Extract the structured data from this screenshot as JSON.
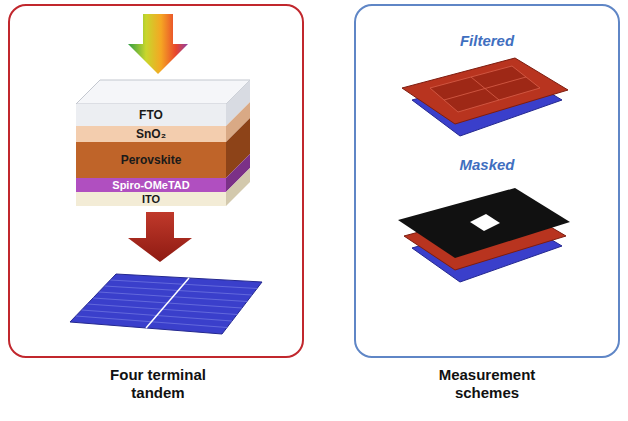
{
  "diagram": {
    "nodes": [
      {
        "text": [
          "Four terminal tandem"
        ]
      },
      {
        "text": [
          "FTO"
        ],
        "in": 0
      },
      {
        "text": [
          "SnO₂"
        ],
        "in": 0
      },
      {
        "text": [
          "Perovskite"
        ],
        "in": 0
      },
      {
        "text": [
          "Spiro-OMeTAD"
        ],
        "in": 0
      },
      {
        "text": [
          "ITO"
        ],
        "in": 0
      },
      {
        "text": [
          "Filtered",
          "Masked",
          "Measurement schemes"
        ]
      }
    ]
  }
}
